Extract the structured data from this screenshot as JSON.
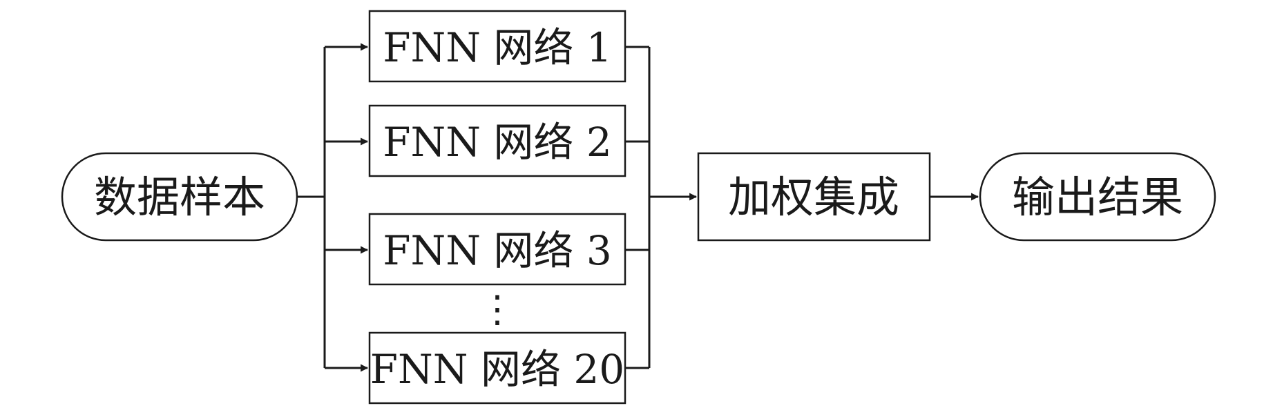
{
  "diagram": {
    "input_node": {
      "label": "数据样本"
    },
    "networks": [
      {
        "label": "FNN 网络 1"
      },
      {
        "label": "FNN 网络 2"
      },
      {
        "label": "FNN 网络 3"
      },
      {
        "label": "FNN 网络 20"
      }
    ],
    "ellipsis": "⋮",
    "ensemble_node": {
      "label": "加权集成"
    },
    "output_node": {
      "label": "输出结果"
    }
  }
}
